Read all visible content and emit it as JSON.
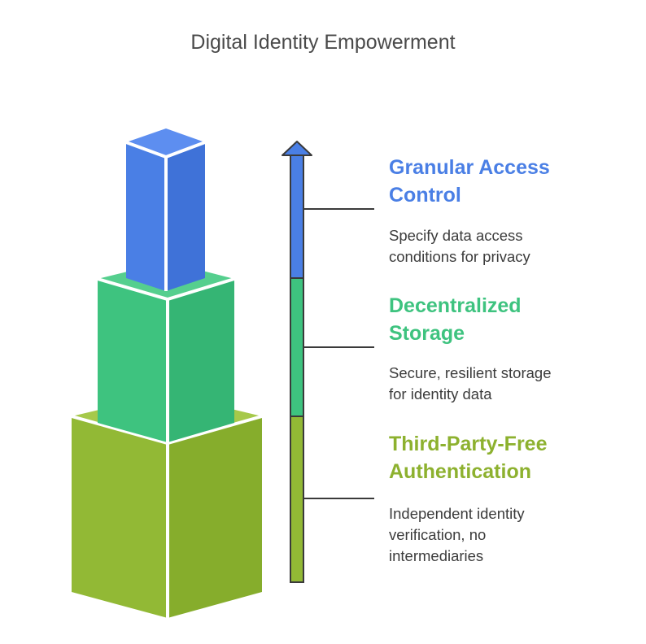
{
  "title": "Digital Identity Empowerment",
  "colors": {
    "tier1": "#4a7fe5",
    "tier2": "#3ec37f",
    "tier3": "#92b935",
    "line": "#3a3a3a"
  },
  "tiers": [
    {
      "heading_line1": "Granular Access",
      "heading_line2": "Control",
      "desc_line1": "Specify data access",
      "desc_line2": "conditions for privacy"
    },
    {
      "heading_line1": "Decentralized",
      "heading_line2": "Storage",
      "desc_line1": "Secure, resilient storage",
      "desc_line2": "for identity data"
    },
    {
      "heading_line1": "Third-Party-Free",
      "heading_line2": "Authentication",
      "desc_line1": "Independent identity",
      "desc_line2": "verification, no",
      "desc_line3": "intermediaries"
    }
  ]
}
